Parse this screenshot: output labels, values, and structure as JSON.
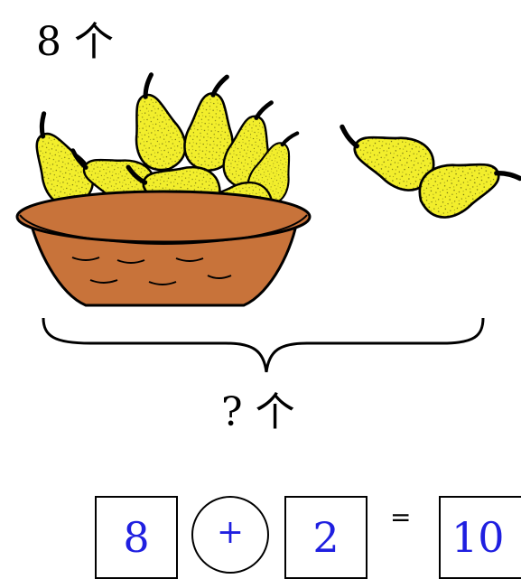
{
  "top_label": {
    "count": "8",
    "unit": "个"
  },
  "bottom_label": {
    "question": "?",
    "unit": "个"
  },
  "equation": {
    "first_operand": "8",
    "operator": "+",
    "second_operand": "2",
    "equals": "=",
    "result": "10"
  },
  "colors": {
    "pear": "#f2ee2c",
    "basket": "#c8733a",
    "answer_text": "#1f1fe0"
  },
  "icons": [
    "pear-icon",
    "basket-icon",
    "curly-brace-icon"
  ]
}
